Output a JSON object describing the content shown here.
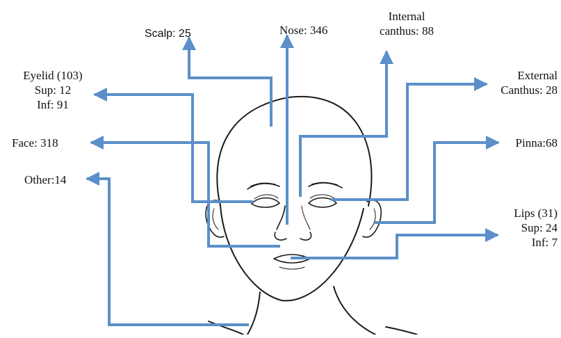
{
  "colors": {
    "arrow": "#5b8fc9",
    "outline": "#1a1a1a"
  },
  "labels": {
    "scalp": "Scalp: 25",
    "nose": "Nose: 346",
    "internal_canthus": [
      "Internal",
      "canthus: 88"
    ],
    "eyelid": [
      "Eyelid (103)",
      "Sup: 12",
      "Inf: 91"
    ],
    "external_canthus": [
      "External",
      "Canthus: 28"
    ],
    "face": "Face: 318",
    "pinna": "Pinna:68",
    "other": "Other:14",
    "lips": [
      "Lips (31)",
      "Sup: 24",
      "Inf: 7"
    ]
  }
}
